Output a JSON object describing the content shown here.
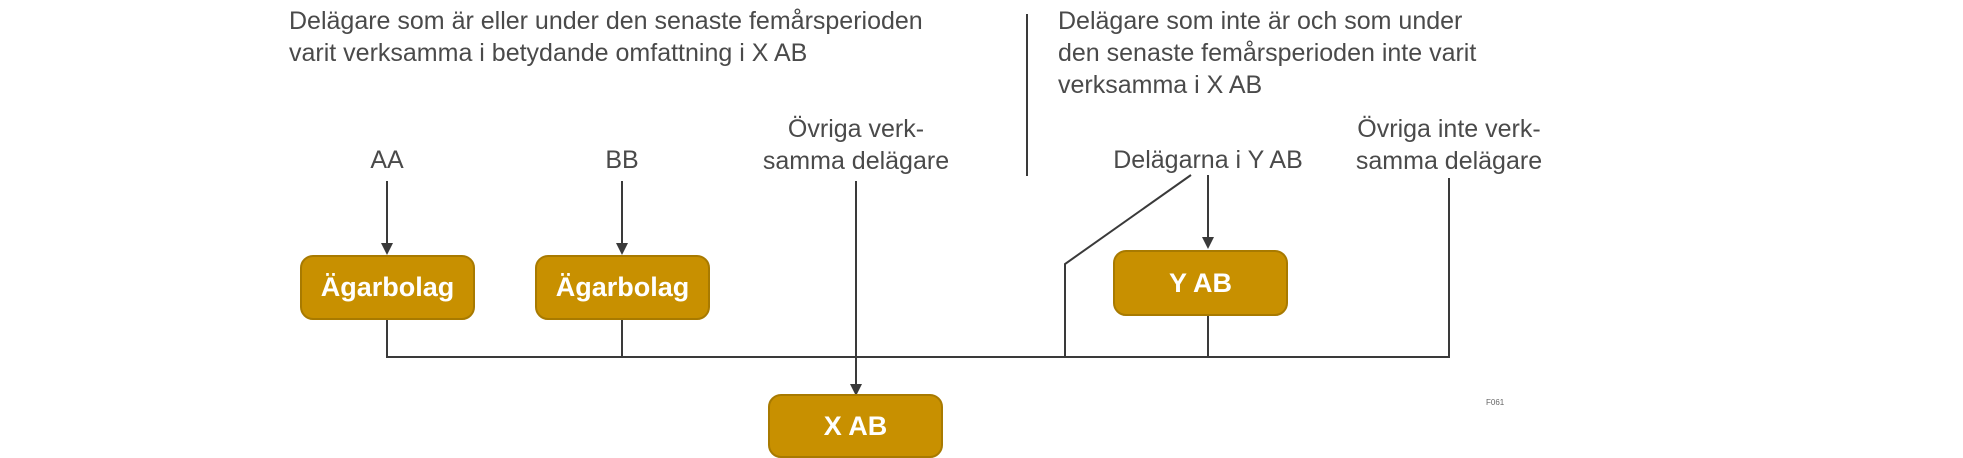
{
  "groups": {
    "active": {
      "heading": "Delägare som är eller under den senaste femårsperioden\nvarit verksamma i betydande omfattning i X AB"
    },
    "inactive": {
      "heading": "Delägare som inte är och som under\nden senaste femårsperioden inte varit\nverksamma i X AB"
    }
  },
  "owners": {
    "aa": "AA",
    "bb": "BB",
    "other_active": "Övriga verk-\nsamma delägare",
    "y_owners": "Delägarna i Y AB",
    "other_inactive": "Övriga inte verk-\nsamma delägare"
  },
  "boxes": {
    "holding_1": "Ägarbolag",
    "holding_2": "Ägarbolag",
    "y_ab": "Y AB",
    "x_ab": "X AB"
  },
  "colors": {
    "box_fill": "#c89000",
    "box_border": "#a87a00",
    "box_text": "#ffffff",
    "line": "#3a3a3a"
  },
  "figure_code": "F061"
}
